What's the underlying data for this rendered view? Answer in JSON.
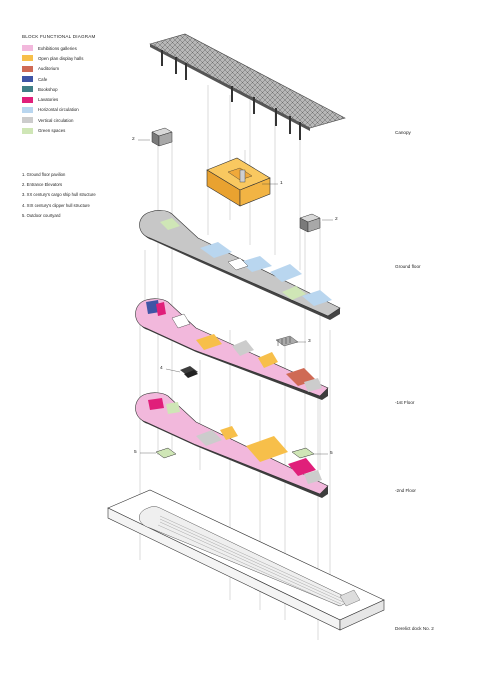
{
  "legend": {
    "title": "BLOCK FUNCTIONAL DIAGRAM",
    "items": [
      {
        "label": "Exhibitions galleries",
        "color": "#f2b8dc"
      },
      {
        "label": "Open plan display halls",
        "color": "#f7bf4a"
      },
      {
        "label": "Auditorium",
        "color": "#cf6a55"
      },
      {
        "label": "Cafe",
        "color": "#3f55a6"
      },
      {
        "label": "Bookshop",
        "color": "#3f7f86"
      },
      {
        "label": "Lavatories",
        "color": "#e01f7a"
      },
      {
        "label": "Horizontal circulation",
        "color": "#b9d6ef"
      },
      {
        "label": "Vertical circulation",
        "color": "#cccccc"
      },
      {
        "label": "Green spaces",
        "color": "#cfe6b6"
      }
    ]
  },
  "notes": [
    "1. Ground floor pavilion",
    "2. Entrance Elevators",
    "3. XX century's cargo ship hull structure",
    "4. XIX century's clipper hull structure",
    "5. Outdoor courtyard"
  ],
  "floors": {
    "canopy": "Canopy",
    "ground": "Ground floor",
    "minus1": "-1st Floor",
    "minus2": "-2nd Floor",
    "dock": "Derelict dock No. 2"
  },
  "callouts": {
    "c1": "1",
    "c2a": "2",
    "c2b": "2",
    "c3": "3",
    "c4": "4",
    "c5a": "5",
    "c5b": "5"
  }
}
